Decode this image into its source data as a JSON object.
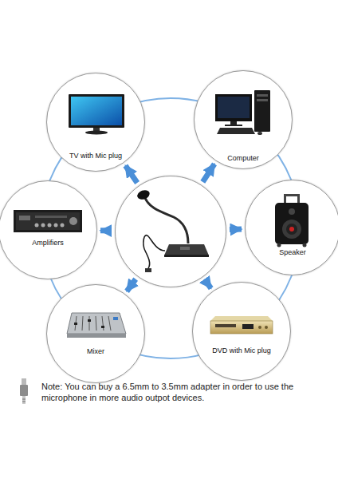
{
  "diagram": {
    "nodes": [
      {
        "text": [
          "TV with Mic plug"
        ]
      },
      {
        "text": [
          "Computer"
        ]
      },
      {
        "text": [
          "Amplifiers"
        ]
      },
      {
        "text": []
      },
      {
        "text": [
          "Speaker"
        ]
      },
      {
        "text": [
          "Mixer"
        ]
      },
      {
        "text": [
          "DVD with Mic plug"
        ]
      }
    ],
    "edges": [
      {
        "from": 3,
        "to": 0,
        "arrow": "to"
      },
      {
        "from": 3,
        "to": 1,
        "arrow": "to"
      },
      {
        "from": 3,
        "to": 2,
        "arrow": "to"
      },
      {
        "from": 3,
        "to": 4,
        "arrow": "to"
      },
      {
        "from": 3,
        "to": 5,
        "arrow": "to"
      },
      {
        "from": 3,
        "to": 6,
        "arrow": "to"
      }
    ],
    "labels": [
      "Note: You can buy a 6.5mm to 3.5mm adapter in order to use the microphone in more audio outpot devices."
    ]
  }
}
